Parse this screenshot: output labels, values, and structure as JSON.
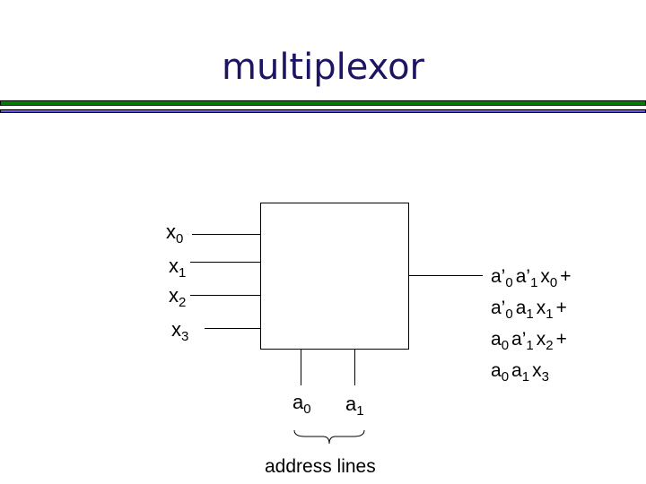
{
  "title": "multiplexor",
  "inputs": [
    {
      "base": "x",
      "sub": "0"
    },
    {
      "base": "x",
      "sub": "1"
    },
    {
      "base": "x",
      "sub": "2"
    },
    {
      "base": "x",
      "sub": "3"
    }
  ],
  "address": [
    {
      "base": "a",
      "sub": "0"
    },
    {
      "base": "a",
      "sub": "1"
    }
  ],
  "address_label": "address lines",
  "output_expression": [
    [
      {
        "b": "a’",
        "s": "0"
      },
      {
        "b": "a’",
        "s": "1"
      },
      {
        "b": "x",
        "s": "0"
      },
      {
        "b": "+",
        "s": ""
      }
    ],
    [
      {
        "b": "a’",
        "s": "0"
      },
      {
        "b": "a",
        "s": "1"
      },
      {
        "b": "x",
        "s": "1"
      },
      {
        "b": "+",
        "s": ""
      }
    ],
    [
      {
        "b": "a",
        "s": "0"
      },
      {
        "b": "a’",
        "s": "1"
      },
      {
        "b": "x",
        "s": "2"
      },
      {
        "b": "+",
        "s": ""
      }
    ],
    [
      {
        "b": "a",
        "s": "0"
      },
      {
        "b": "a",
        "s": "1"
      },
      {
        "b": "x",
        "s": "3"
      },
      {
        "b": "",
        "s": ""
      }
    ]
  ],
  "colors": {
    "title": "#1c1464",
    "rule_green": "#008000",
    "rule_blue": "#6655dd"
  }
}
